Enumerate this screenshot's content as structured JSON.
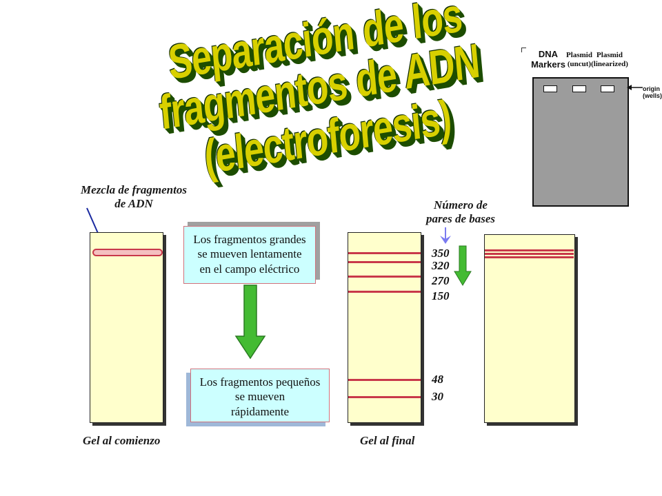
{
  "title": {
    "line1": "Separación de los fragmentos de ADN",
    "line2": "(electroforesis)"
  },
  "inset": {
    "columns": [
      {
        "line1": "DNA",
        "line2": "Markers"
      },
      {
        "line1": "Plasmid",
        "line2": "(uncut)"
      },
      {
        "line1": "Plasmid",
        "line2": "(linearized)"
      }
    ],
    "origin_label": {
      "line1": "origin",
      "line2": "(wells)"
    }
  },
  "labels": {
    "mixture_line1": "Mezcla de fragmentos",
    "mixture_line2": "de ADN",
    "bp_line1": "Número de",
    "bp_line2": "pares de bases",
    "gel_start": "Gel al comienzo",
    "gel_end": "Gel al final"
  },
  "boxes": {
    "large": [
      "Los fragmentos grandes",
      "se mueven lentamente",
      "en el campo eléctrico"
    ],
    "small": [
      "Los fragmentos pequeños",
      "se mueven",
      "rápidamente"
    ]
  },
  "band_sizes": [
    "350",
    "320",
    "270",
    "150",
    "48",
    "30"
  ],
  "colors": {
    "gel": "#ffffcc",
    "band": "#c8384a",
    "arrow_green": "#44bb33",
    "box": "#ccffff",
    "title_fill": "#d8d000",
    "title_shadow": "#1d4d00"
  }
}
